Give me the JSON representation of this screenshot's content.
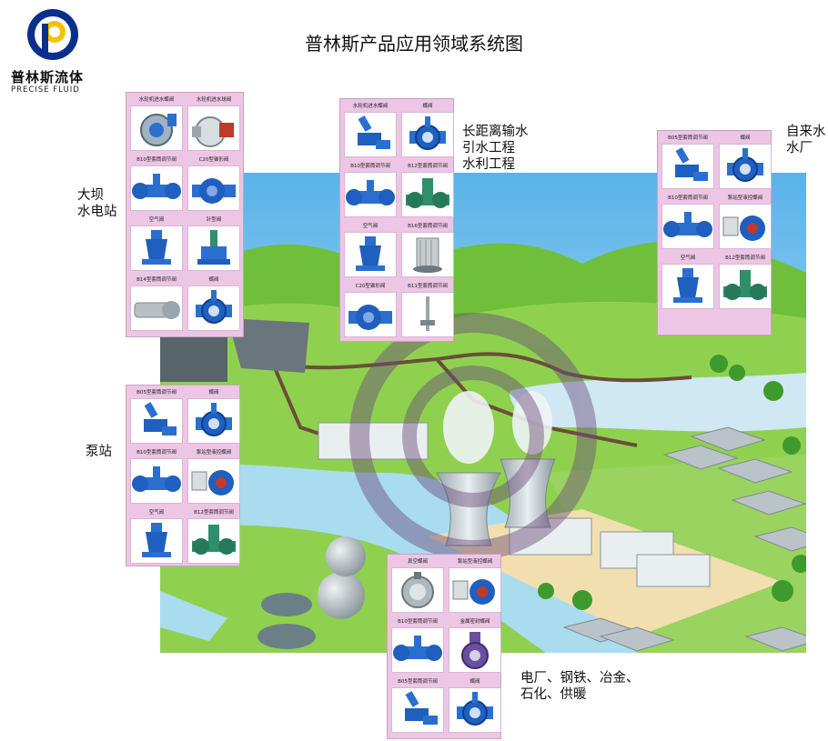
{
  "page": {
    "title": "普林斯产品应用领域系统图"
  },
  "logo": {
    "name": "普林斯流体",
    "name_en": "PRECISE FLUID",
    "brand_color": "#0b2f8c",
    "accent_color": "#f2c200"
  },
  "regions": {
    "dam": {
      "label": "大坝\n水电站"
    },
    "longdistance": {
      "label": "长距离输水\n引水工程\n水利工程"
    },
    "waterplant": {
      "label": "自来水\n水厂"
    },
    "pumpstation": {
      "label": "泵站"
    },
    "industry": {
      "label": "电厂、钢铁、冶金、\n石化、供暖"
    }
  },
  "panels": {
    "dam": [
      {
        "caption": "水轮机进水蝶阀",
        "icon": "butterfly-valve-large-icon"
      },
      {
        "caption": "水轮机进水球阀",
        "icon": "ball-valve-icon"
      },
      {
        "caption": "B10型套筒调节阀",
        "icon": "sleeve-regulating-valve-icon"
      },
      {
        "caption": "C20型锥形阀",
        "icon": "cone-valve-icon"
      },
      {
        "caption": "空气阀",
        "icon": "air-valve-icon"
      },
      {
        "caption": "针型阀",
        "icon": "needle-valve-icon"
      },
      {
        "caption": "B14型套筒调节阀",
        "icon": "sleeve-valve-gray-icon"
      },
      {
        "caption": "蝶阀",
        "icon": "butterfly-valve-icon"
      }
    ],
    "longdistance": [
      {
        "caption": "水轮机进水蝶阀",
        "icon": "angle-valve-icon"
      },
      {
        "caption": "蝶阀",
        "icon": "butterfly-valve-icon"
      },
      {
        "caption": "B10型套筒调节阀",
        "icon": "sleeve-regulating-valve-icon"
      },
      {
        "caption": "B12型套筒调节阀",
        "icon": "sleeve-valve-green-icon"
      },
      {
        "caption": "空气阀",
        "icon": "air-valve-icon"
      },
      {
        "caption": "B16型套筒调节阀",
        "icon": "sleeve-cylinder-icon"
      },
      {
        "caption": "C20型锥形阀",
        "icon": "cone-valve-icon"
      },
      {
        "caption": "B11型套筒调节阀",
        "icon": "needle-rod-icon"
      }
    ],
    "waterplant": [
      {
        "caption": "B05型套筒调节阀",
        "icon": "angle-valve-icon"
      },
      {
        "caption": "蝶阀",
        "icon": "butterfly-valve-icon"
      },
      {
        "caption": "B10型套筒调节阀",
        "icon": "sleeve-regulating-valve-icon"
      },
      {
        "caption": "泵站型液控蝶阀",
        "icon": "hydraulic-butterfly-valve-icon"
      },
      {
        "caption": "空气阀",
        "icon": "air-valve-icon"
      },
      {
        "caption": "B12型套筒调节阀",
        "icon": "sleeve-valve-green-icon"
      }
    ],
    "pumpstation": [
      {
        "caption": "B05型套筒调节阀",
        "icon": "angle-valve-icon"
      },
      {
        "caption": "蝶阀",
        "icon": "butterfly-valve-icon"
      },
      {
        "caption": "B10型套筒调节阀",
        "icon": "sleeve-regulating-valve-icon"
      },
      {
        "caption": "泵站型液控蝶阀",
        "icon": "hydraulic-butterfly-valve-icon"
      },
      {
        "caption": "空气阀",
        "icon": "air-valve-icon"
      },
      {
        "caption": "B12型套筒调节阀",
        "icon": "sleeve-valve-green-icon"
      }
    ],
    "industry": [
      {
        "caption": "真空蝶阀",
        "icon": "vacuum-butterfly-valve-icon"
      },
      {
        "caption": "泵站型液控蝶阀",
        "icon": "hydraulic-butterfly-valve-icon"
      },
      {
        "caption": "B10型套筒调节阀",
        "icon": "sleeve-regulating-valve-icon"
      },
      {
        "caption": "金属密封蝶阀",
        "icon": "metal-seal-butterfly-valve-icon"
      },
      {
        "caption": "B05型套筒调节阀",
        "icon": "angle-valve-icon"
      },
      {
        "caption": "蝶阀",
        "icon": "butterfly-valve-icon"
      }
    ]
  }
}
